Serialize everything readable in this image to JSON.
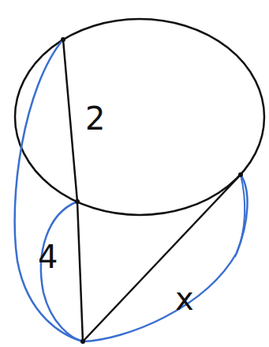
{
  "diagram": {
    "labels": [
      "2",
      "4",
      "x"
    ]
  }
}
